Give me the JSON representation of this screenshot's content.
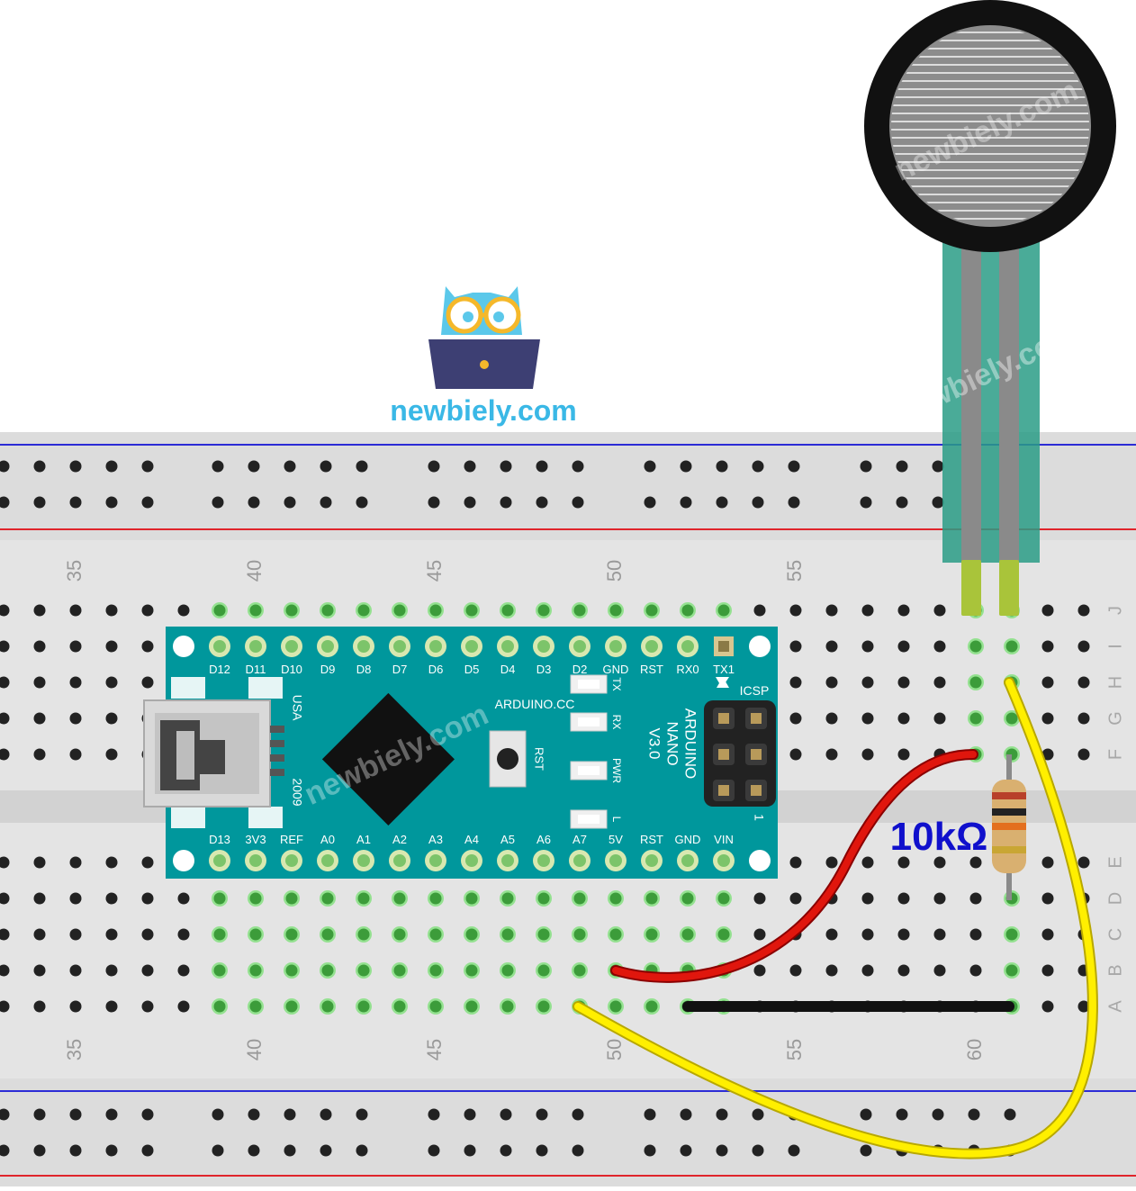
{
  "logo": {
    "text": "newbiely.com",
    "colors": {
      "owl": "#5bc8ea",
      "glasses": "#f5b82a",
      "laptop": "#3d3f73",
      "text": "#3ab8e6"
    }
  },
  "watermarks": [
    "newbiely.com",
    "newbiely.com",
    "newbiely.com"
  ],
  "breadboard": {
    "column_numbers_top": [
      "35",
      "40",
      "45",
      "50",
      "55"
    ],
    "column_numbers_bottom": [
      "35",
      "40",
      "45",
      "50",
      "55",
      "60"
    ],
    "row_letters_top": [
      "J",
      "I",
      "H",
      "G",
      "F"
    ],
    "row_letters_bottom": [
      "E",
      "D",
      "C",
      "B",
      "A"
    ],
    "colors": {
      "body": "#e4e4e4",
      "hole": "#222222",
      "active": "#7fe07a",
      "rail_red": "#e0242b",
      "rail_blue": "#2c2cd6"
    }
  },
  "arduino": {
    "top_pins": [
      "D12",
      "D11",
      "D10",
      "D9",
      "D8",
      "D7",
      "D6",
      "D5",
      "D4",
      "D3",
      "D2",
      "GND",
      "RST",
      "RX0",
      "TX1"
    ],
    "bottom_pins": [
      "D13",
      "3V3",
      "REF",
      "A0",
      "A1",
      "A2",
      "A3",
      "A4",
      "A5",
      "A6",
      "A7",
      "5V",
      "RST",
      "GND",
      "VIN"
    ],
    "silkscreen": {
      "site": "ARDUINO.CC",
      "usa": "USA",
      "year": "2009",
      "name_line1": "ARDUINO",
      "name_line2": "NANO",
      "name_line3": "V3.0",
      "icsp": "ICSP",
      "icsp_pin": "1",
      "rst": "RST",
      "led_tx": "TX",
      "led_rx": "RX",
      "led_pwr": "PWR",
      "led_l": "L"
    },
    "colors": {
      "board": "#00979c",
      "chip": "#111111",
      "header": "#222222"
    }
  },
  "resistor": {
    "label": "10kΩ",
    "label_color": "#1010cc"
  },
  "wires": [
    {
      "name": "red-wire",
      "color": "#e0160d"
    },
    {
      "name": "yellow-wire",
      "color": "#ffef00"
    },
    {
      "name": "black-wire",
      "color": "#111111"
    }
  ],
  "fsr": {
    "colors": {
      "ring": "#111111",
      "pad": "#8c8c8c",
      "tail": "#2a9c86",
      "lead": "#a9c43a"
    }
  }
}
